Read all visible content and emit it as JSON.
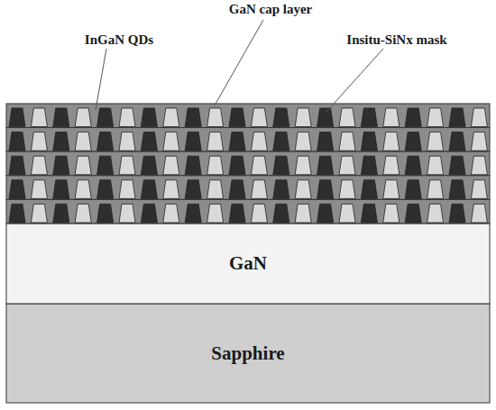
{
  "diagram": {
    "nodes": [
      {
        "text": [
          "GaN"
        ]
      },
      {
        "text": [
          "Sapphire"
        ]
      }
    ],
    "labels": [
      "InGaN QDs",
      "GaN cap layer",
      "Insitu-SiNx mask"
    ]
  }
}
